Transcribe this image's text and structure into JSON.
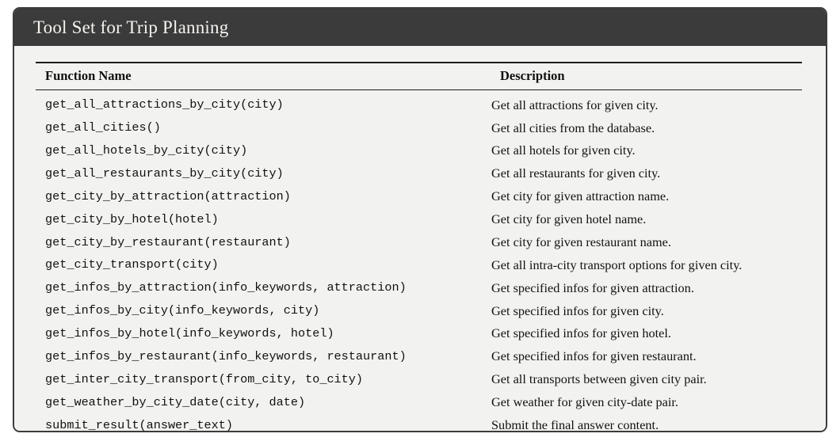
{
  "card": {
    "title": "Tool Set for Trip Planning",
    "header_bg": "#3b3b3b",
    "body_bg": "#f2f2f0",
    "title_color": "#f6f3ef",
    "border_color": "#3b3b3b"
  },
  "table": {
    "columns": [
      {
        "key": "function_name",
        "label": "Function Name"
      },
      {
        "key": "description",
        "label": "Description"
      }
    ],
    "rows": [
      {
        "function_name": "get_all_attractions_by_city(city)",
        "description": "Get all attractions for given city."
      },
      {
        "function_name": "get_all_cities()",
        "description": "Get all cities from the database."
      },
      {
        "function_name": "get_all_hotels_by_city(city)",
        "description": "Get all hotels for given city."
      },
      {
        "function_name": "get_all_restaurants_by_city(city)",
        "description": "Get all restaurants for given city."
      },
      {
        "function_name": "get_city_by_attraction(attraction)",
        "description": "Get city for given attraction name."
      },
      {
        "function_name": "get_city_by_hotel(hotel)",
        "description": "Get city for given hotel name."
      },
      {
        "function_name": "get_city_by_restaurant(restaurant)",
        "description": "Get city for given restaurant name."
      },
      {
        "function_name": "get_city_transport(city)",
        "description": "Get all intra-city transport options for given city."
      },
      {
        "function_name": "get_infos_by_attraction(info_keywords, attraction)",
        "description": "Get specified infos for given attraction."
      },
      {
        "function_name": "get_infos_by_city(info_keywords, city)",
        "description": "Get specified infos for given city."
      },
      {
        "function_name": "get_infos_by_hotel(info_keywords, hotel)",
        "description": "Get specified infos for given hotel."
      },
      {
        "function_name": "get_infos_by_restaurant(info_keywords, restaurant)",
        "description": "Get specified infos for given restaurant."
      },
      {
        "function_name": "get_inter_city_transport(from_city, to_city)",
        "description": "Get all transports between given city pair."
      },
      {
        "function_name": "get_weather_by_city_date(city, date)",
        "description": "Get weather for given city-date pair."
      },
      {
        "function_name": "submit_result(answer_text)",
        "description": "Submit the final answer content."
      }
    ]
  }
}
